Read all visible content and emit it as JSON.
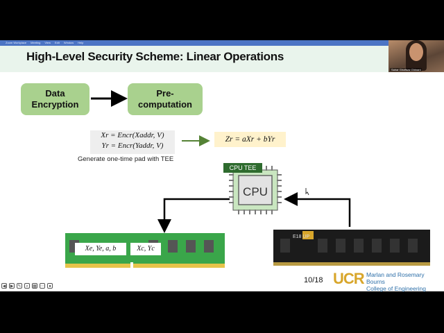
{
  "zoom_bar": {
    "menu": [
      "Zoom Workplace",
      "Meeting",
      "View",
      "Edit",
      "Window",
      "Help"
    ]
  },
  "slide": {
    "title": "High-Level Security Scheme: Linear Operations",
    "box_data_encryption": "Data\nEncryption",
    "box_precomputation": "Pre-\ncomputation",
    "eq_x": "Xr = Encr(Xaddr, V)",
    "eq_y": "Yr = Encr(Yaddr, V)",
    "generate_note": "Generate one-time pad with TEE",
    "z_equation": "Zr = aXr + bYr",
    "cpu_tee_label": "CPU TEE",
    "cpu_label": "CPU",
    "ram_label_1": "Xe, Ye, a, b",
    "ram_label_2": "Xc, Yc",
    "dimm_label": "E18 UP",
    "page_number": "10/18",
    "logo_text": "UCR",
    "college_line1": "Marlan and Rosemary Bourns",
    "college_line2": "College of Engineering"
  },
  "webcam": {
    "participant_name": "Sahar Ghoflsaz Ghinani"
  },
  "colors": {
    "green_box": "#a9d18e",
    "eq_box": "#eeeeee",
    "z_box": "#fff2cc",
    "arrow_green": "#548235",
    "ram_green": "#3aa64a",
    "zoom_blue": "#4c74c4",
    "ucr_gold": "#d8a62b",
    "ucr_blue": "#2d6fa8"
  },
  "bottom_toolbar_icons": [
    "back-icon",
    "forward-icon",
    "pen-icon",
    "zoom-icon",
    "grid-icon",
    "more-icon",
    "options-icon"
  ]
}
